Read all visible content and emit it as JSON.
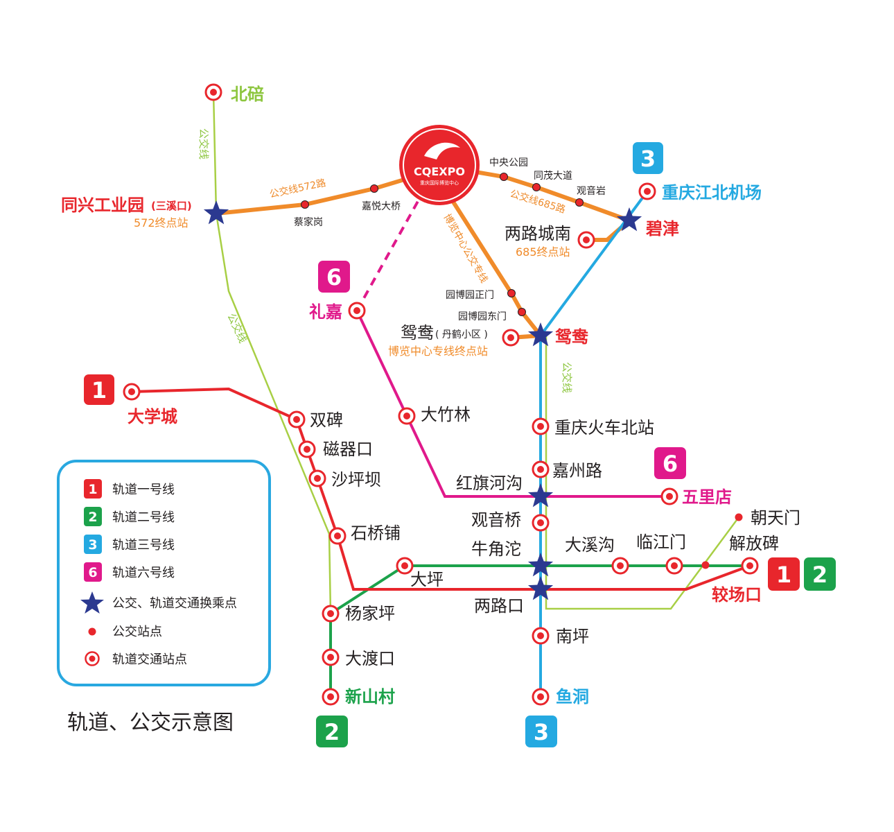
{
  "title": "轨道、公交示意图",
  "colors": {
    "line1": "#e8262c",
    "line2": "#1ca24b",
    "line3": "#24a9e1",
    "line6": "#e0198b",
    "bus": "#f08b2a",
    "bus_green": "#a8cf45",
    "transfer_star": "#2b3990",
    "legend_border": "#29a8e0"
  },
  "logo": {
    "text": "CQEXPO",
    "subtext": "重庆国际博览中心"
  },
  "badges": {
    "line1": "1",
    "line2": "2",
    "line3": "3",
    "line6": "6"
  },
  "stations": {
    "beibei": "北碚",
    "tongxing": "同兴工业园",
    "tongxing_note": "(三溪口)",
    "tongxing_terminal": "572终点站",
    "caijiagang": "蔡家岗",
    "jiayuedaqiao": "嘉悦大桥",
    "zhongyanggongyuan": "中央公园",
    "tongmaodadao": "同茂大道",
    "guanyinyan": "观音岩",
    "bijin": "碧津",
    "jiangbei_airport": "重庆江北机场",
    "lianglu_chengnan": "两路城南",
    "terminal_685": "685终点站",
    "yuanboyuan_zhengmen": "园博园正门",
    "yuanboyuan_dongmen": "园博园东门",
    "yuanyang": "鸳鸯",
    "yuanyang_left": "鸳鸯",
    "yuanyang_note": "( 丹鹤小区 )",
    "expo_terminal": "博览中心专线终点站",
    "lijia": "礼嘉",
    "daxuecheng": "大学城",
    "shuangbei": "双碑",
    "ciqikou": "磁器口",
    "shapingba": "沙坪坝",
    "shiqiaopu": "石桥铺",
    "yangjiaping": "杨家坪",
    "dadukou": "大渡口",
    "xinshancun": "新山村",
    "dazhulin": "大竹林",
    "hongqihegou": "红旗河沟",
    "wulidian": "五里店",
    "chongqing_north": "重庆火车北站",
    "jiazhoulu": "嘉州路",
    "guanyinqiao": "观音桥",
    "niujiaotuo": "牛角沱",
    "daping": "大坪",
    "liangkou": "两路口",
    "daxigou": "大溪沟",
    "linjiangmen": "临江门",
    "chaotianmen": "朝天门",
    "jiefangbei": "解放碑",
    "jiaochangkou": "较场口",
    "nanping": "南坪",
    "yudong": "鱼洞"
  },
  "route_labels": {
    "bus572": "公交线572路",
    "bus685": "公交线685路",
    "expo_special": "博览中心公交专线",
    "bus_line_a": "公交线",
    "bus_line_b": "公交线",
    "bus_line_c": "公交线"
  },
  "legend": {
    "items": [
      {
        "badge": "1",
        "label": "轨道一号线"
      },
      {
        "badge": "2",
        "label": "轨道二号线"
      },
      {
        "badge": "3",
        "label": "轨道三号线"
      },
      {
        "badge": "6",
        "label": "轨道六号线"
      },
      {
        "label": "公交、轨道交通换乘点"
      },
      {
        "label": "公交站点"
      },
      {
        "label": "轨道交通站点"
      }
    ]
  }
}
